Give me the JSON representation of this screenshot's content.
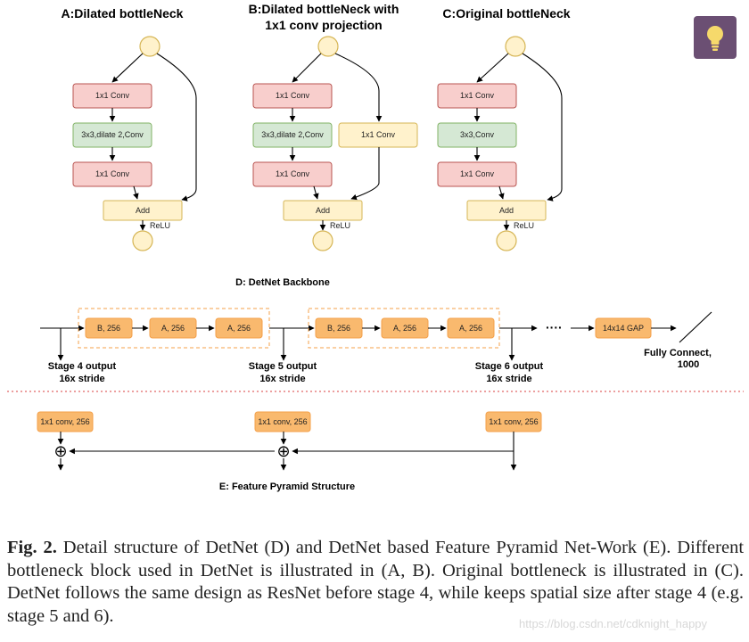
{
  "panels": [
    {
      "title_lines": [
        "A:Dilated bottleNeck"
      ],
      "conv1": "1x1 Conv",
      "conv2": "3x3,dilate 2,Conv",
      "conv3": "1x1 Conv",
      "add": "Add",
      "relu": "ReLU"
    },
    {
      "title_lines": [
        "B:Dilated bottleNeck with",
        "1x1 conv projection"
      ],
      "conv1": "1x1 Conv",
      "conv2": "3x3,dilate 2,Conv",
      "conv3": "1x1 Conv",
      "proj": "1x1 Conv",
      "add": "Add",
      "relu": "ReLU"
    },
    {
      "title_lines": [
        "C:Original bottleNeck"
      ],
      "conv1": "1x1 Conv",
      "conv2": "3x3,Conv",
      "conv3": "1x1 Conv",
      "add": "Add",
      "relu": "ReLU"
    }
  ],
  "backbone": {
    "title": "D: DetNet Backbone",
    "group1": [
      "B, 256",
      "A, 256",
      "A, 256"
    ],
    "group2": [
      "B, 256",
      "A, 256",
      "A, 256"
    ],
    "dots": "····",
    "gap": "14x14 GAP",
    "fc_lines": [
      "Fully Connect,",
      "1000"
    ],
    "stages": [
      {
        "lines": [
          "Stage 4 output",
          "16x stride"
        ]
      },
      {
        "lines": [
          "Stage 5 output",
          "16x stride"
        ]
      },
      {
        "lines": [
          "Stage 6 output",
          "16x stride"
        ]
      }
    ]
  },
  "fpn": {
    "title": "E: Feature Pyramid Structure",
    "convs": [
      "1x1 conv, 256",
      "1x1 conv, 256",
      "1x1 conv, 256"
    ],
    "plus": "⊕"
  },
  "caption": {
    "label": "Fig. 2.",
    "text": "Detail structure of DetNet (D) and DetNet based Feature Pyramid Net-Work (E). Different bottleneck block used in DetNet is illustrated in (A, B). Original bottleneck is illustrated in  (C). DetNet follows the same design as ResNet before stage 4, while keeps spatial size after stage 4 (e.g. stage 5 and 6)."
  },
  "watermark": "https://blog.csdn.net/cdknight_happy",
  "icons": {
    "corner": "lightbulb-icon"
  }
}
